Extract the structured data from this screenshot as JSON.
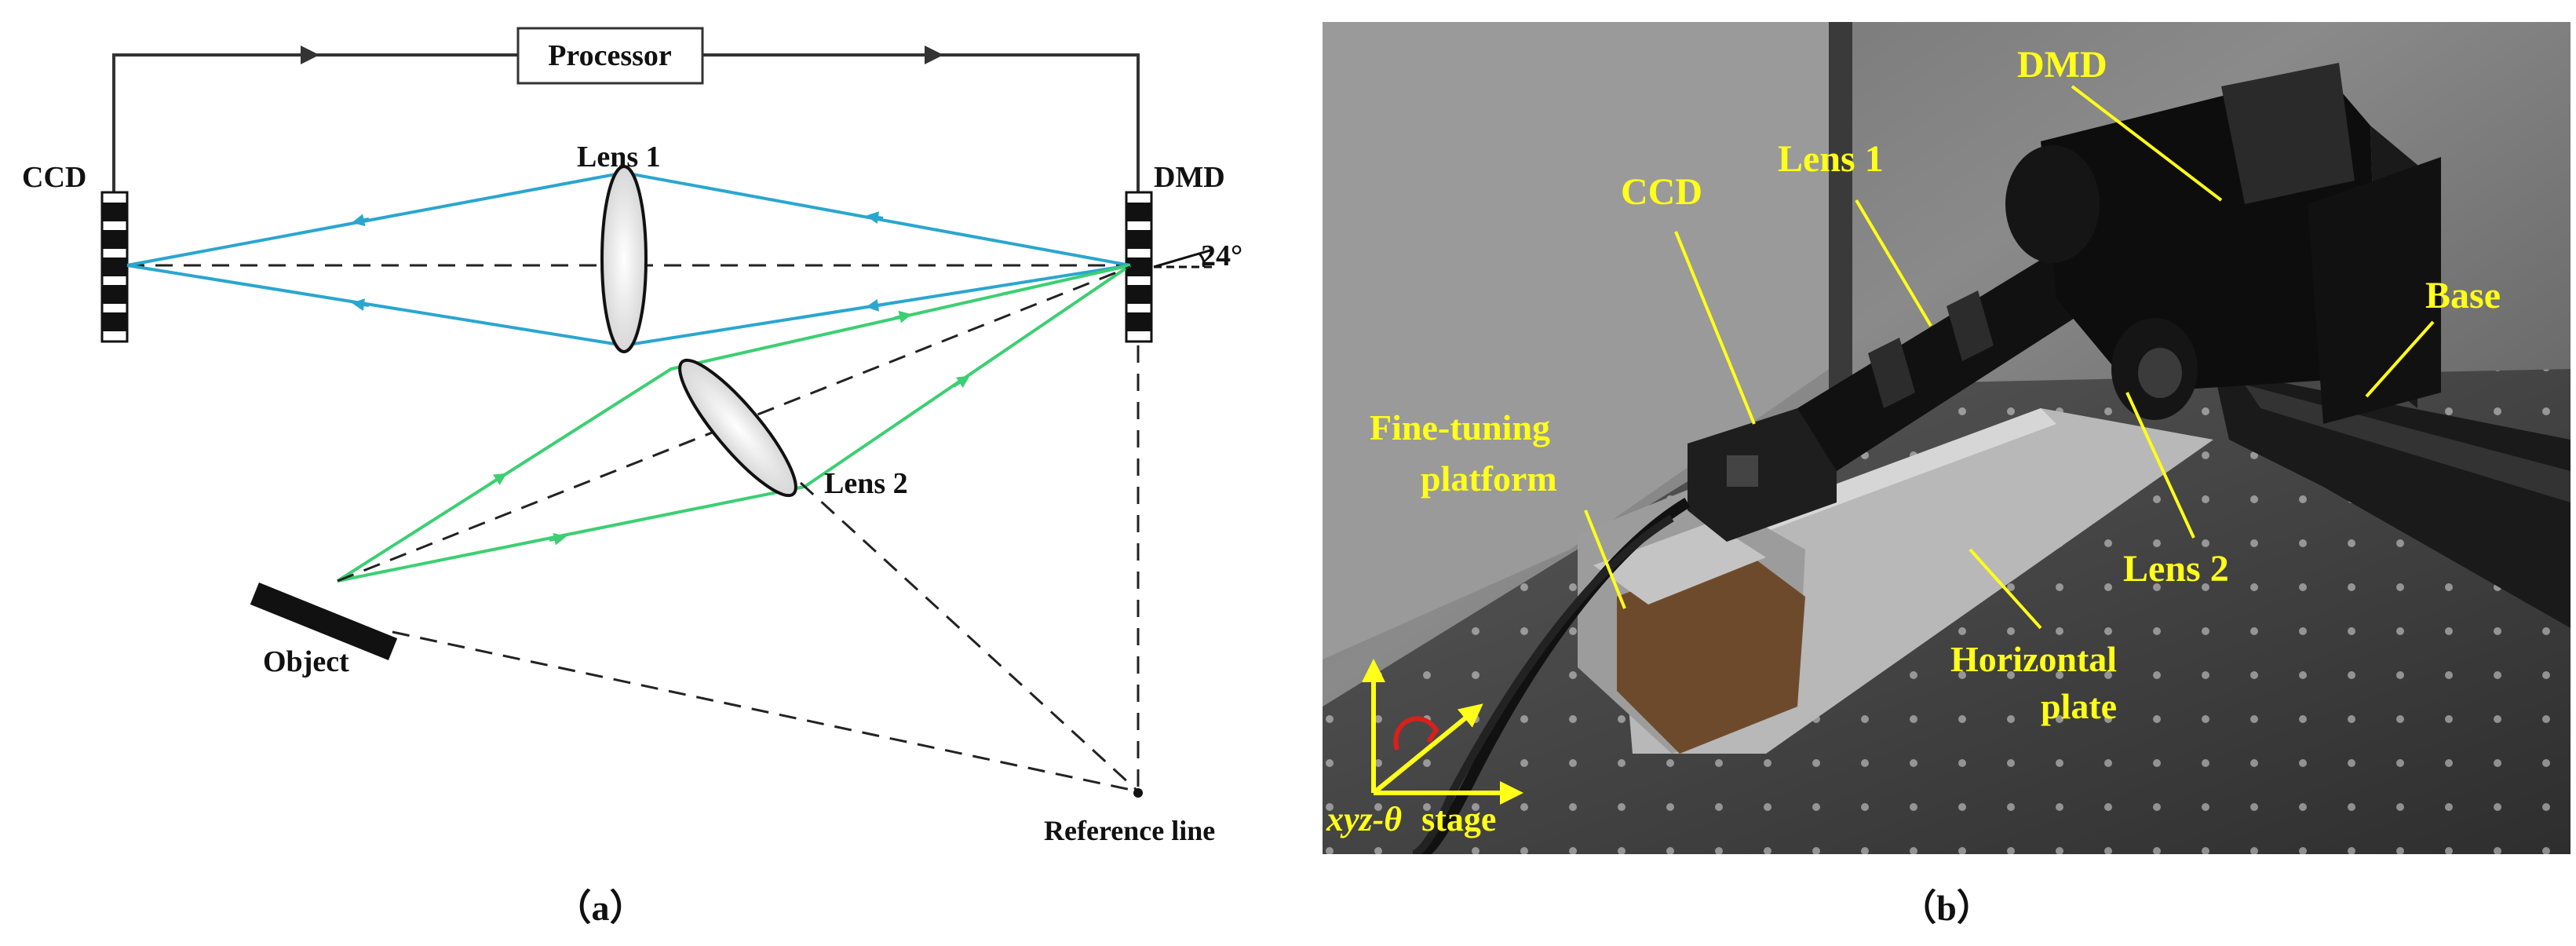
{
  "panel_a": {
    "processor": "Processor",
    "ccd": "CCD",
    "dmd": "DMD",
    "lens1": "Lens 1",
    "lens2": "Lens 2",
    "object": "Object",
    "angle": "24°",
    "reference_line": "Reference line",
    "caption": "（a）"
  },
  "panel_b": {
    "dmd": "DMD",
    "ccd": "CCD",
    "lens1": "Lens 1",
    "base": "Base",
    "fine_tuning_1": "Fine-tuning",
    "fine_tuning_2": "platform",
    "lens2": "Lens 2",
    "horizontal_1": "Horizontal",
    "horizontal_2": "plate",
    "stage_italic": "xyz-θ",
    "stage_text": "stage",
    "caption": "（b）"
  },
  "colors": {
    "blue_ray": "#2aa6cf",
    "green_ray": "#3ccf73",
    "label_yellow": "#ffff1a",
    "axis_red": "#d8201c"
  }
}
